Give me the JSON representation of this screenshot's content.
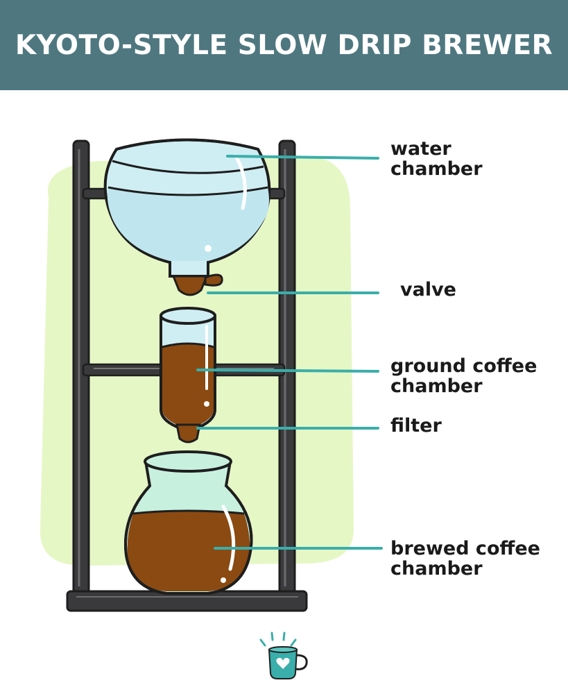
{
  "header": {
    "title": "KYOTO-STYLE SLOW DRIP BREWER"
  },
  "labels": {
    "water_chamber": "water\nchamber",
    "valve": "valve",
    "ground_coffee_chamber": "ground coffee\nchamber",
    "filter": "filter",
    "brewed_coffee_chamber": "brewed coffee\nchamber"
  },
  "colors": {
    "header_bg": "#4f7780",
    "backdrop": "#e6f7c6",
    "frame": "#3a3a3c",
    "glass": "#cfeef3",
    "water": "#bfe6ee",
    "coffee": "#8a4a12",
    "leader": "#3aaeaa",
    "mug": "#3aaeaa"
  },
  "icons": {
    "logo": "coffee-mug-heart-icon"
  }
}
